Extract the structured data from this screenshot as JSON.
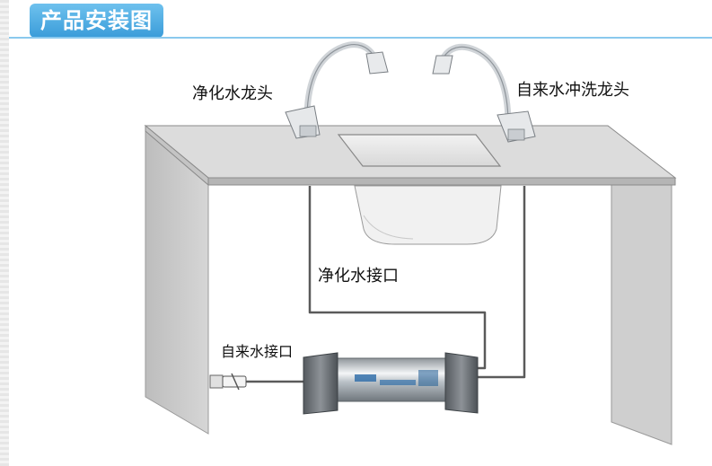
{
  "header": {
    "title": "产品安装图"
  },
  "labels": {
    "purified_faucet": "净化水龙头",
    "tap_rinse_faucet": "自来水冲洗龙头",
    "purified_outlet": "净化水接口",
    "tap_inlet": "自来水接口"
  },
  "colors": {
    "badge": "#3a9cd9",
    "pipe": "#555555",
    "counter_top": "#d9d9d9",
    "cabinet_side": "#c9c9c9"
  }
}
